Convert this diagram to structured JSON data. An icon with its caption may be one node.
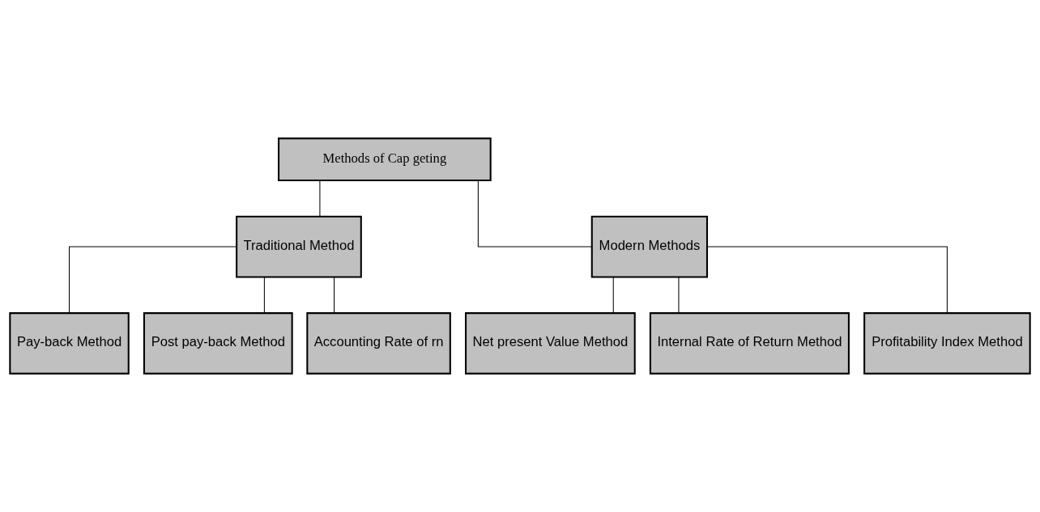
{
  "diagram": {
    "nodes": [
      {
        "text": [
          "Methods of Cap geting"
        ]
      },
      {
        "text": [
          "Traditional Method"
        ]
      },
      {
        "text": [
          "Modern Methods"
        ]
      },
      {
        "text": [
          "Pay-back Method"
        ]
      },
      {
        "text": [
          "Post pay-back Method"
        ]
      },
      {
        "text": [
          "Accounting Rate of rn"
        ]
      },
      {
        "text": [
          "Net present Value Method"
        ]
      },
      {
        "text": [
          "Internal Rate of Return Method"
        ]
      },
      {
        "text": [
          "Profitability Index Method"
        ]
      }
    ],
    "edges": [
      {
        "from": 0,
        "to": 1,
        "arrow": "none"
      },
      {
        "from": 0,
        "to": 2,
        "arrow": "none"
      },
      {
        "from": 1,
        "to": 3,
        "arrow": "none"
      },
      {
        "from": 1,
        "to": 4,
        "arrow": "none"
      },
      {
        "from": 1,
        "to": 5,
        "arrow": "none"
      },
      {
        "from": 2,
        "to": 6,
        "arrow": "none"
      },
      {
        "from": 2,
        "to": 7,
        "arrow": "none"
      },
      {
        "from": 2,
        "to": 8,
        "arrow": "none"
      }
    ]
  }
}
